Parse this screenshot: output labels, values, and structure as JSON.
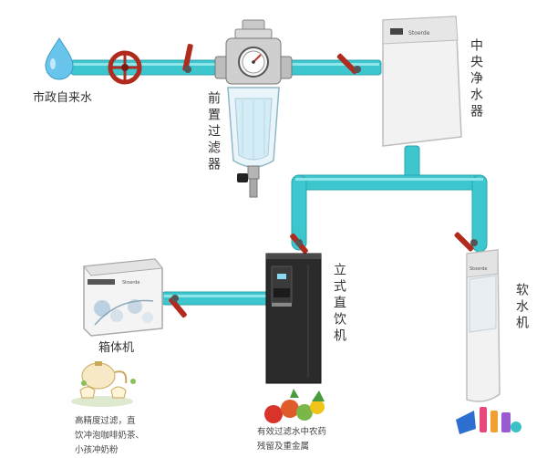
{
  "colors": {
    "pipe": "#3ec6cf",
    "pipe_dark": "#2aa5ad",
    "pipe_highlight": "#8ee6ea",
    "valve_handle": "#b02a1d",
    "tap_water_drop": "#6ac5ec",
    "purifier_body": "#f4f4f4",
    "dispenser_body": "#2c2c2c",
    "softener_body": "#f2f2f2",
    "label_text": "#333333"
  },
  "labels": {
    "tap_water": "市政自来水",
    "pre_filter": "前置过滤器",
    "central_purifier": "中央净水器",
    "standing_dispenser": "立式直饮机",
    "water_softener": "软水机",
    "cabinet_unit": "箱体机"
  },
  "captions": {
    "cabinet_line1": "高精度过滤，直",
    "cabinet_line2": "饮冲泡咖啡奶茶、",
    "cabinet_line3": "小孩冲奶粉",
    "dispenser_line1": "有效过滤水中农药",
    "dispenser_line2": "残留及重金属"
  },
  "brand": {
    "central_purifier_logo": "Stoerde",
    "cabinet_logo": "Stoerde",
    "softener_logo": "Stoerde"
  },
  "icons": {
    "water_drop": "water-drop-icon",
    "main_valve": "gate-valve-wheel-icon",
    "pressure_gauge": "pressure-gauge-icon",
    "ball_valve": "ball-valve-handle-icon",
    "tea_set": "tea-set-icon",
    "fruits": "fruit-vegetable-icon",
    "appliances": "household-appliances-icon"
  }
}
